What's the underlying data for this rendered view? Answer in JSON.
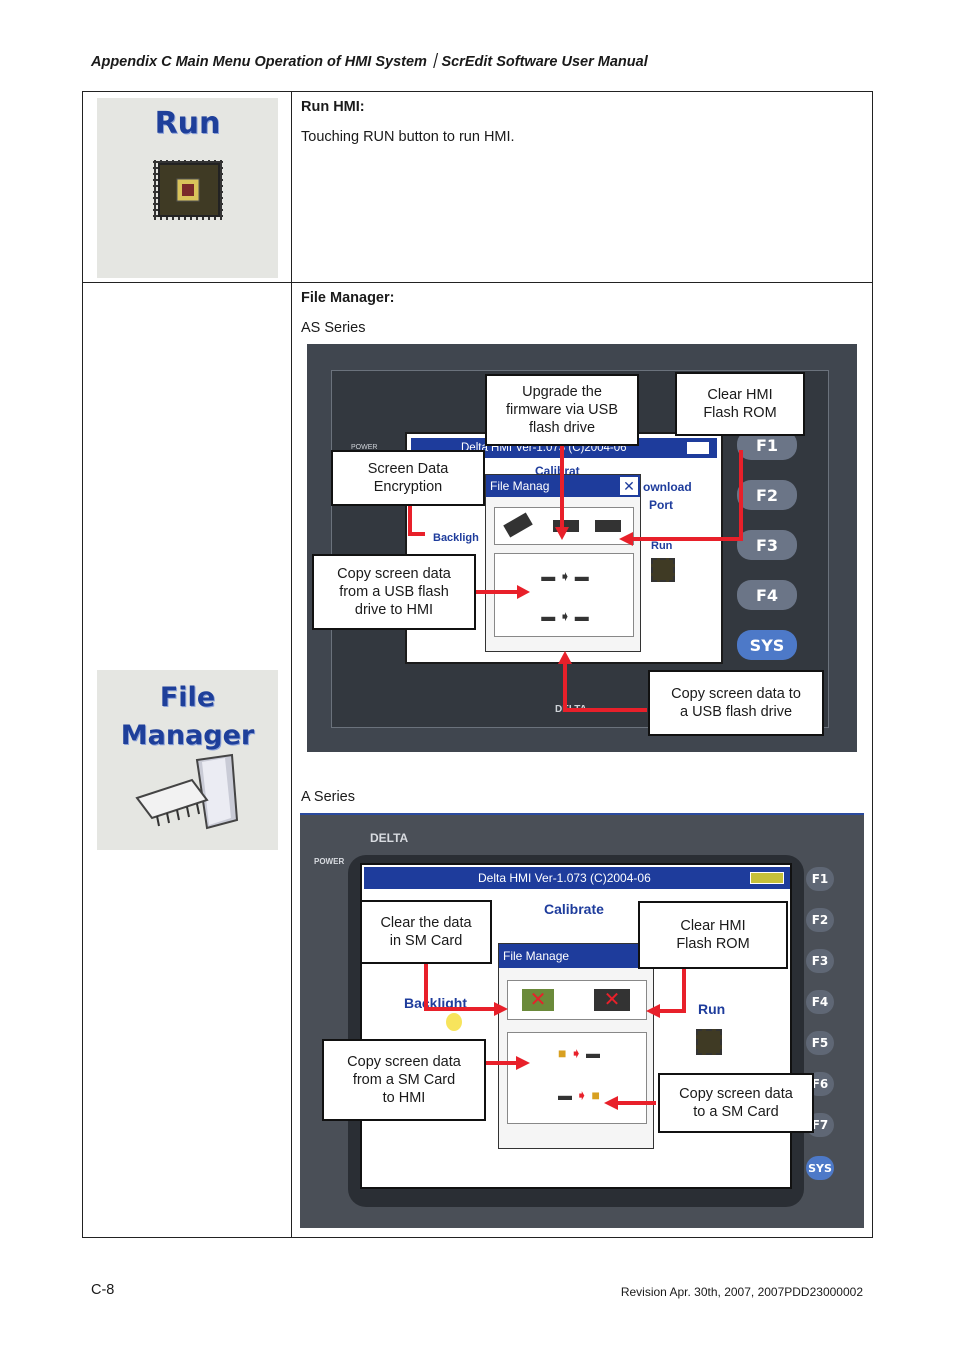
{
  "header": {
    "title": "Appendix C  Main Menu Operation of HMI System｜ScrEdit Software User Manual"
  },
  "run_section": {
    "icon_title": "Run",
    "heading": "Run HMI:",
    "description": "Touching RUN button to run HMI."
  },
  "file_manager_section": {
    "icon_title_line1": "File",
    "icon_title_line2": "Manager",
    "heading": "File Manager:",
    "as_series_label": "AS Series",
    "a_series_label": "A Series"
  },
  "as_screen": {
    "title_bar": "Delta HMI Ver-1.073 (C)2004-06",
    "dialog_title": "File Manag",
    "menu_calibrate": "Calibrat",
    "menu_download": "ownload",
    "menu_port": "Port",
    "menu_backlight": "Backligh",
    "menu_run": "Run",
    "power_label": "POWER",
    "brand": "DELTA",
    "fkeys": [
      "F1",
      "F2",
      "F3",
      "F4",
      "SYS"
    ],
    "callouts": {
      "upgrade": "Upgrade the\nfirmware via USB\nflash drive",
      "clear_flash": "Clear HMI\nFlash ROM",
      "encryption": "Screen Data\nEncryption",
      "copy_from_usb": "Copy screen data\nfrom a USB flash\ndrive to HMI",
      "copy_to_usb": "Copy screen data to\na USB flash drive"
    }
  },
  "a_screen": {
    "title_bar": "Delta HMI Ver-1.073 (C)2004-06",
    "dialog_title": "File Manage",
    "menu_calibrate": "Calibrate",
    "menu_backlight": "Backlight",
    "menu_run": "Run",
    "power_label": "POWER",
    "brand": "DELTA",
    "fkeys": [
      "F1",
      "F2",
      "F3",
      "F4",
      "F5",
      "F6",
      "F7",
      "SYS"
    ],
    "callouts": {
      "clear_sm": "Clear the data\nin SM Card",
      "clear_flash": "Clear HMI\nFlash ROM",
      "copy_from_sm": "Copy screen data\nfrom a SM Card\nto HMI",
      "copy_to_sm": "Copy screen data\nto a SM Card"
    }
  },
  "footer": {
    "page": "C-8",
    "revision": "Revision Apr. 30th, 2007, 2007PDD23000002"
  }
}
